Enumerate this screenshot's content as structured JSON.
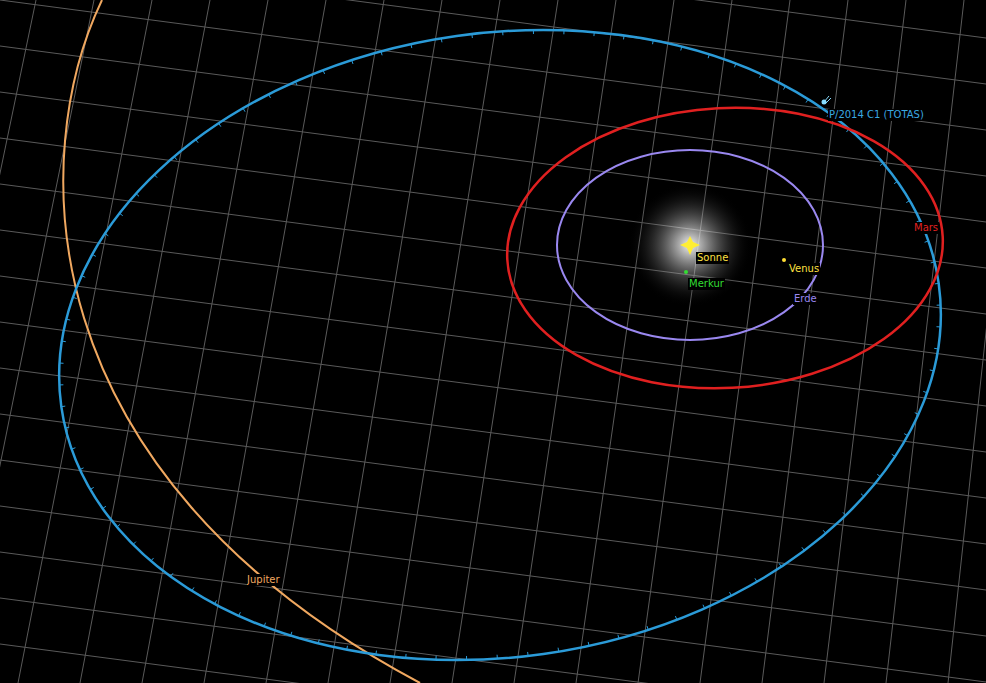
{
  "diagram": {
    "labels": [
      "P/2014 C1 (TOTAS)",
      "Mars",
      "Sonne",
      "Venus",
      "Merkur",
      "Erde",
      "Jupiter"
    ]
  }
}
